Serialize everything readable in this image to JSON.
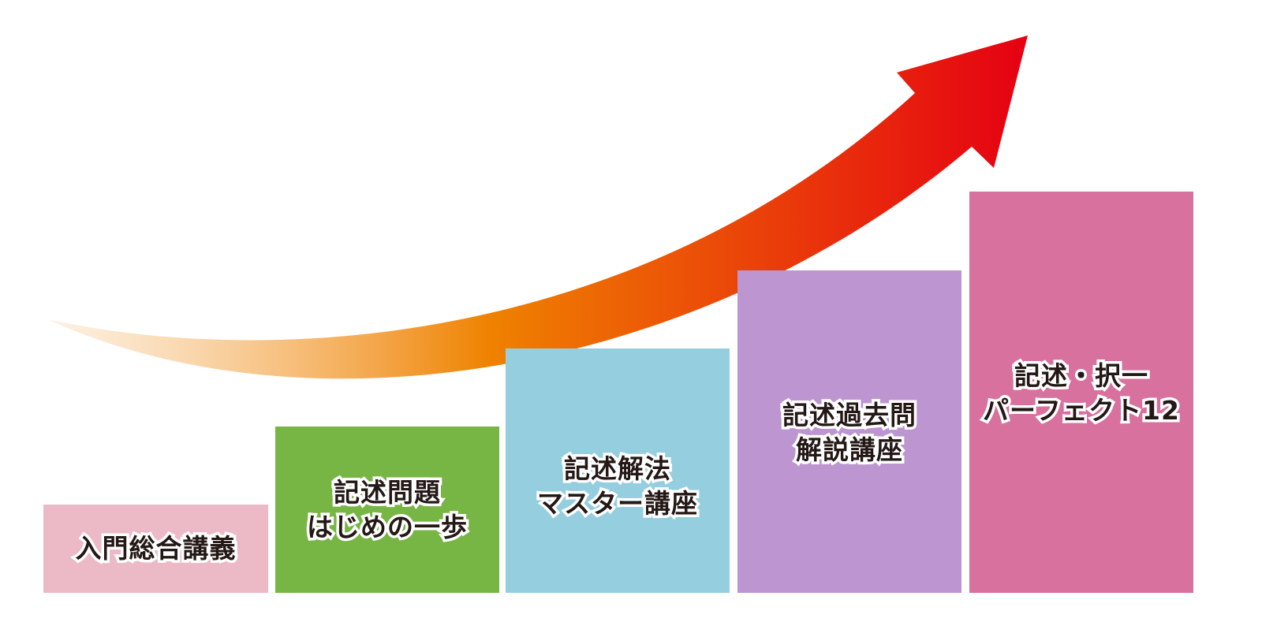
{
  "arrow": {
    "colors": {
      "start": "#fbe9d2",
      "mid": "#ef8200",
      "end": "#e50012"
    }
  },
  "steps": [
    {
      "lines": [
        "入門総合講義"
      ],
      "color": "#ecb9c6"
    },
    {
      "lines": [
        "記述問題",
        "はじめの一歩"
      ],
      "color": "#77b544"
    },
    {
      "lines": [
        "記述解法",
        "マスター講座"
      ],
      "color": "#95cfdf"
    },
    {
      "lines": [
        "記述過去問",
        "解説講座"
      ],
      "color": "#bd96d1"
    },
    {
      "lines": [
        "記述・択一",
        "パーフェクト12"
      ],
      "color": "#d8719e"
    }
  ]
}
